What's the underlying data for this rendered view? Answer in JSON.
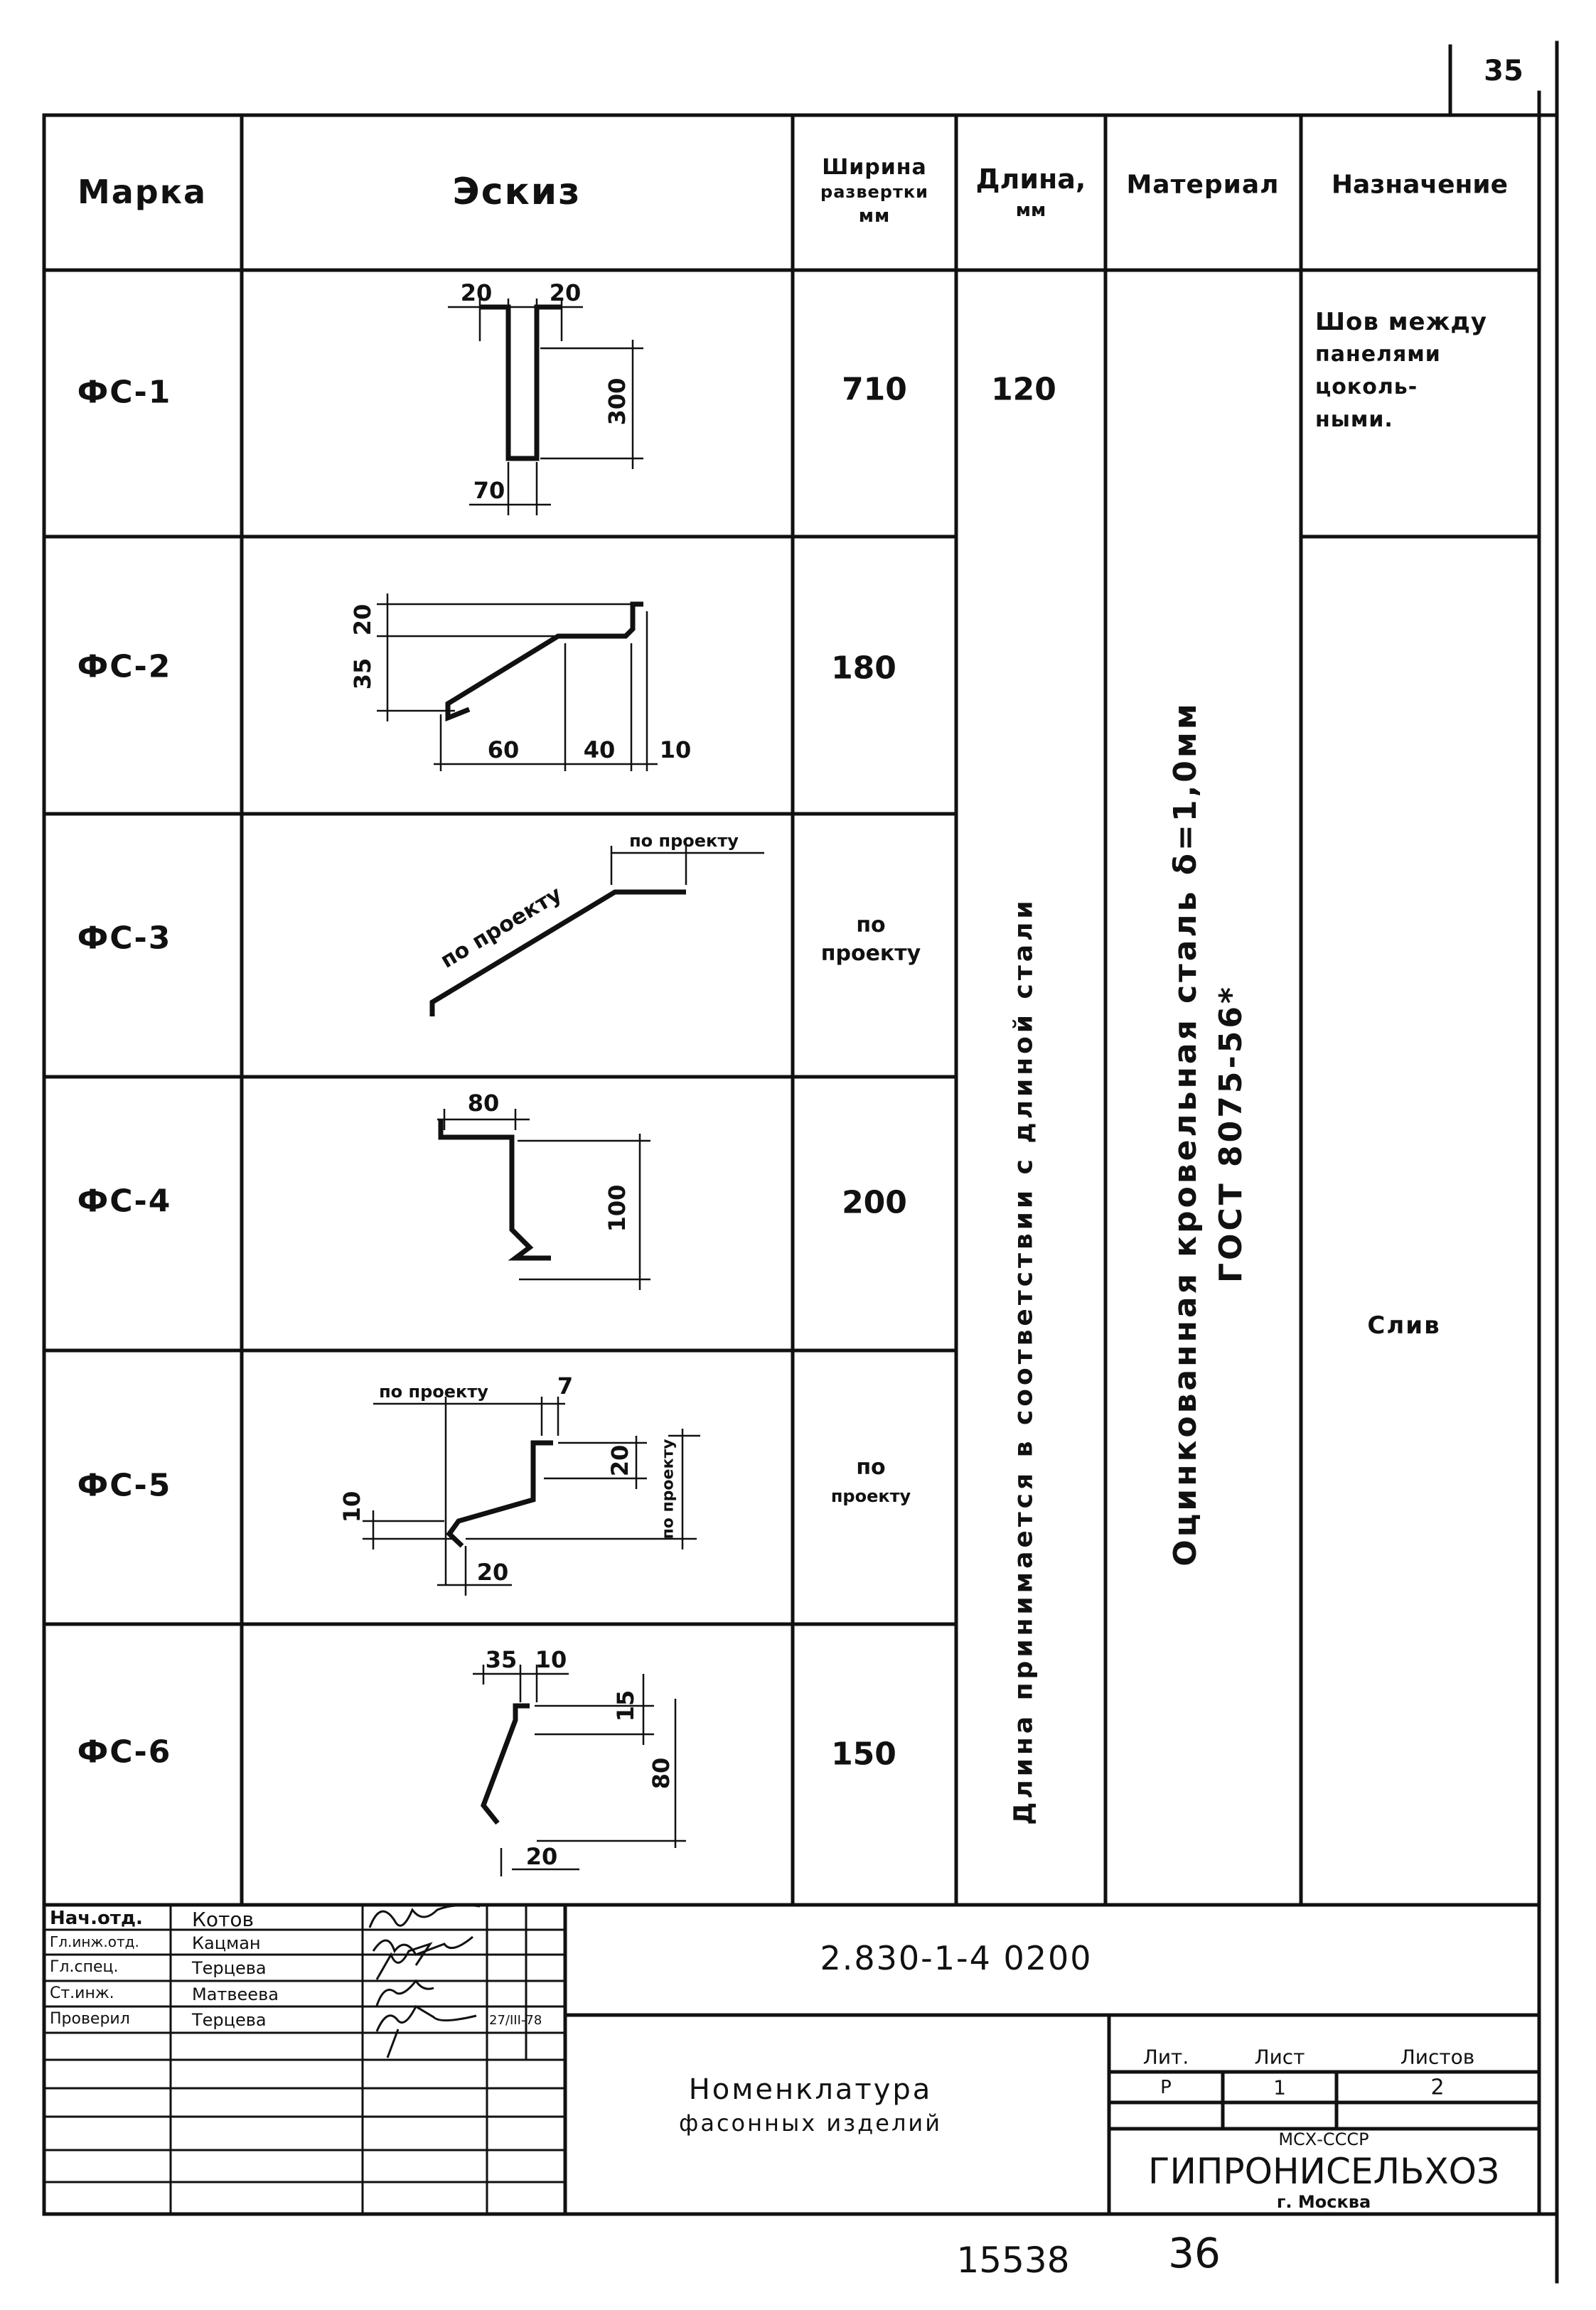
{
  "page_number_top": "35",
  "headers": {
    "mark": "Марка",
    "sketch": "Эскиз",
    "width": [
      "Ширина",
      "развертки",
      "мм"
    ],
    "length": [
      "Длина,",
      "мм"
    ],
    "material": "Материал",
    "purpose": "Назначение"
  },
  "rows": [
    {
      "mark": "ФС-1",
      "width": "710",
      "length": "120"
    },
    {
      "mark": "ФС-2",
      "width": "180"
    },
    {
      "mark": "ФС-3",
      "width": [
        "по",
        "проекту"
      ]
    },
    {
      "mark": "ФС-4",
      "width": "200"
    },
    {
      "mark": "ФС-5",
      "width": [
        "по",
        "проекту"
      ]
    },
    {
      "mark": "ФС-6",
      "width": "150"
    }
  ],
  "length_merged": "Длина принимается в соответствии с длиной стали",
  "material_merged": [
    "Оцинкованная кровельная сталь δ=1,0мм",
    "ГОСТ 8075-56*"
  ],
  "purpose_1": [
    "Шов между",
    "панелями",
    "цоколь-",
    "ными."
  ],
  "purpose_2": "Слив",
  "sketch_dims": {
    "fs1": {
      "top_left": "20",
      "top_right": "20",
      "height": "300",
      "bottom": "70"
    },
    "fs2": {
      "h_top": "20",
      "h_side": "35",
      "b1": "60",
      "b2": "40",
      "b3": "10"
    },
    "fs3": {
      "top": "по проекту",
      "slope": "по проекту"
    },
    "fs4": {
      "top": "80",
      "height": "100"
    },
    "fs5": {
      "top": "по проекту",
      "top_right": "7",
      "right_small": "20",
      "right_tall": "по проекту",
      "left": "10",
      "bottom": "20"
    },
    "fs6": {
      "top_left": "35",
      "top_right": "10",
      "right_small": "15",
      "right_tall": "80",
      "bottom": "20"
    }
  },
  "title_block": {
    "roles": [
      "Нач.отд.",
      "Гл.инж.отд.",
      "Гл.спец.",
      "Ст.инж.",
      "Проверил"
    ],
    "names": [
      "Котов",
      "Кацман",
      "Терцева",
      "Матвеева",
      "Терцева"
    ],
    "date": "27/III-78",
    "doc_code": "2.830-1-4 0200",
    "title": [
      "Номенклатура",
      "фасонных изделий"
    ],
    "lit_label": "Лит.",
    "sheet_label": "Лист",
    "sheets_label": "Листов",
    "lit": "Р",
    "sheet": "1",
    "sheets": "2",
    "org_ministry": "МСХ-СССР",
    "org_name": "ГИПРОНИСЕЛЬХОЗ",
    "org_city": "г. Москва"
  },
  "bottom_numbers": {
    "archive": "15538",
    "page": "36"
  }
}
